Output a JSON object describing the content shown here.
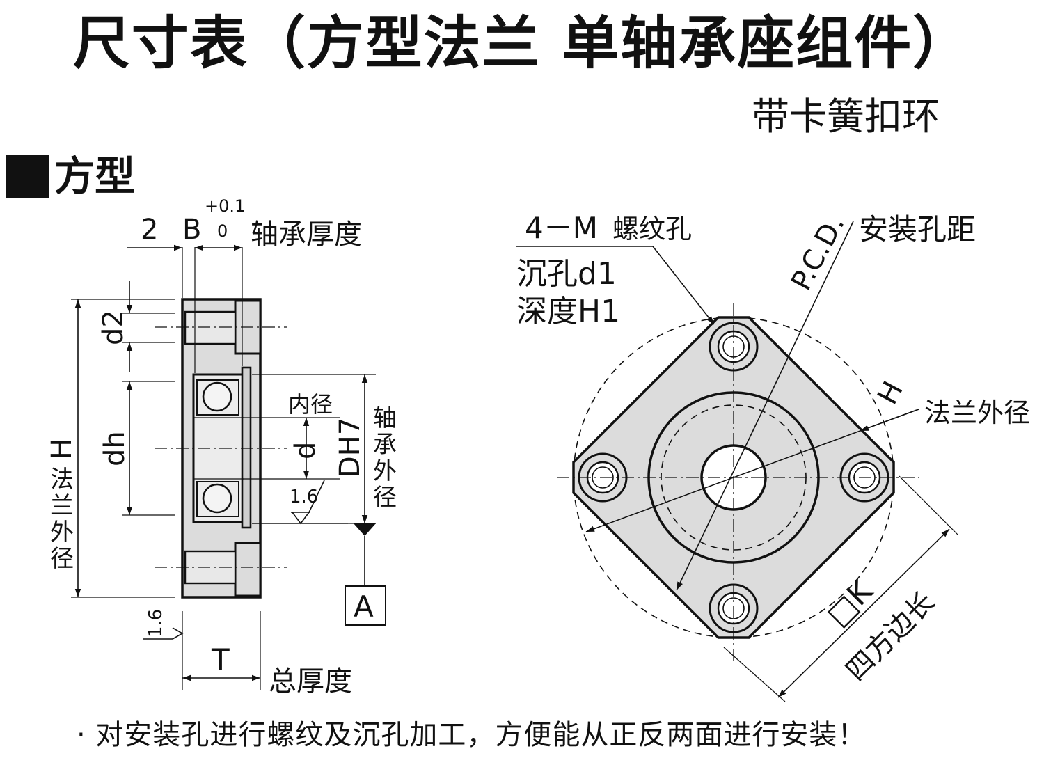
{
  "title": "尺寸表（方型法兰 单轴承座组件）",
  "subtitle": "带卡簧扣环",
  "section": {
    "label": "方型"
  },
  "side_view": {
    "dim_2": "2",
    "dim_B": "B",
    "tol_plus": "+0.1",
    "tol_zero": "0",
    "bearing_thickness": "轴承厚度",
    "d2": "d2",
    "dh": "dh",
    "H": "H",
    "flange_od_vertical": [
      "法",
      "兰",
      "外",
      "径"
    ],
    "inner_diameter": "内径",
    "d": "d",
    "DH7": "DH7",
    "bearing_od_vertical": [
      "轴",
      "承",
      "外",
      "径"
    ],
    "roughness_1": "1.6",
    "roughness_2": "1.6",
    "datum": "A",
    "T": "T",
    "total_thickness": "总厚度"
  },
  "front_view": {
    "thread_hole": "4－M",
    "thread_hole_suffix": "螺纹孔",
    "counterbore": "沉孔d1",
    "depth": "深度H1",
    "pcd": "P.C.D.",
    "pcd_label": "安装孔距",
    "H": "H",
    "flange_od": "法兰外径",
    "K": "□K",
    "square_side": "四方边长"
  },
  "note": "· 对安装孔进行螺纹及沉孔加工，方便能从正反两面进行安装！"
}
